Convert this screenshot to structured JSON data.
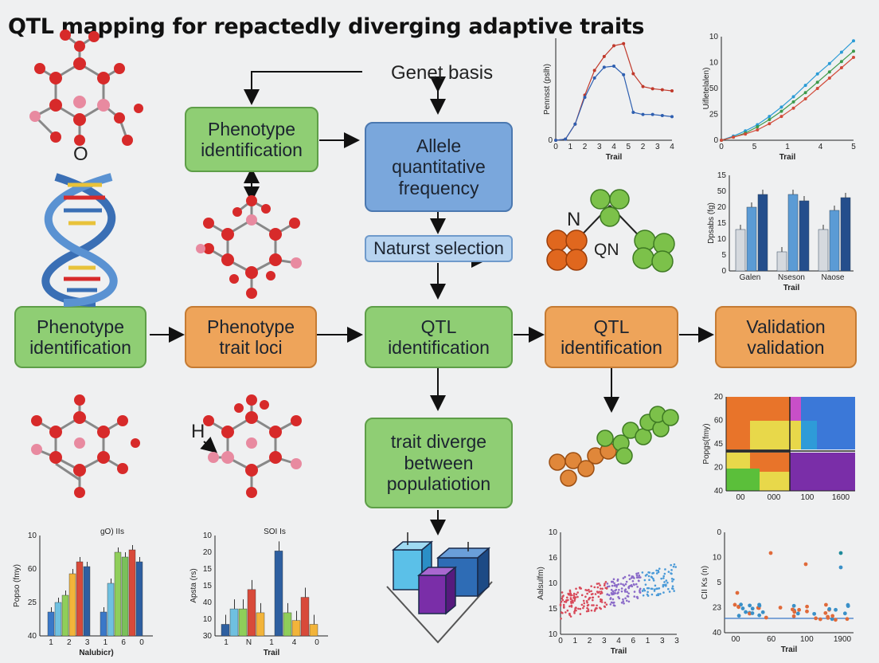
{
  "title": "QTL mapping for repactedly diverging adaptive traits",
  "flow": {
    "genet_basis": "Genet basis",
    "phenotype_top": "Phenotype identification",
    "allele_box": "Allele quantitative frequency",
    "natural_selection": "Naturst selection",
    "row": {
      "box1": "Phenotype identification",
      "box2": "Phenotype trait loci",
      "box3": "QTL identification",
      "box4": "QTL identification",
      "box5": "Validation validation"
    },
    "trait_box": "trait diverge between populatiotion"
  },
  "molecule_labels": {
    "o_label": "O",
    "h_label": "H",
    "n_label": "N",
    "qn_label": "QN"
  },
  "colors": {
    "green": "#8fce74",
    "orange": "#eea45a",
    "blue": "#7aa7dc",
    "red_atom": "#d72a2a",
    "pink_atom": "#e88aa0"
  },
  "chart_data": [
    {
      "type": "line",
      "ylabel": "Pennsst (pslh)",
      "xlabel": "Trail",
      "x_ticks": [
        "0",
        "1",
        "2",
        "3",
        "4",
        "5",
        "2",
        "3",
        "4"
      ],
      "y_ticks": [
        "0"
      ],
      "series": [
        {
          "color": "#c0392b",
          "values": [
            0,
            0.1,
            1.5,
            4.2,
            6.5,
            7.8,
            8.8,
            9,
            6.2,
            5,
            4.8,
            4.7,
            4.6
          ]
        },
        {
          "color": "#2e5fb0",
          "values": [
            0,
            0.1,
            1.5,
            4,
            5.8,
            6.8,
            6.9,
            6.1,
            2.6,
            2.4,
            2.4,
            2.3,
            2.2
          ]
        }
      ]
    },
    {
      "type": "line",
      "ylabel": "Uifletelalen)",
      "xlabel": "Trail",
      "x_ticks": [
        "0",
        "5",
        "1",
        "4",
        "5"
      ],
      "y_ticks": [
        "0",
        "25",
        "50",
        "10",
        "10"
      ],
      "series": [
        {
          "color": "#2a9bd6",
          "values": [
            0,
            4,
            9,
            15,
            23,
            32,
            42,
            53,
            64,
            74,
            85,
            96
          ]
        },
        {
          "color": "#3d9a4a",
          "values": [
            0,
            3,
            7,
            13,
            20,
            28,
            37,
            46,
            56,
            66,
            76,
            86
          ]
        },
        {
          "color": "#d24b3a",
          "values": [
            0,
            3,
            6,
            10,
            16,
            23,
            31,
            40,
            50,
            60,
            70,
            80
          ]
        }
      ]
    },
    {
      "type": "bar",
      "ylabel": "Dpsabs (fg)",
      "xlabel": "Trail",
      "categories": [
        "Galen",
        "Nseson",
        "Naose"
      ],
      "y_ticks": [
        "0",
        "5",
        "10",
        "15",
        "20",
        "50",
        "15"
      ],
      "series": [
        {
          "color": "#d5d9de",
          "values": [
            13,
            6,
            13
          ]
        },
        {
          "color": "#5b9bd5",
          "values": [
            20,
            24,
            19
          ]
        },
        {
          "color": "#244e8c",
          "values": [
            24,
            22,
            23
          ]
        }
      ]
    },
    {
      "type": "heatmap",
      "ylabel": "Popgs(fmy)",
      "x_ticks": [
        "00",
        "000",
        "100",
        "1600"
      ],
      "y_ticks": [
        "40",
        "20",
        "45",
        "60",
        "20"
      ]
    },
    {
      "type": "bar",
      "title": "gO) IIs",
      "ylabel": "Popso (fmy)",
      "xlabel": "Nalubicr)",
      "x_ticks": [
        "1",
        "2",
        "3",
        "1",
        "6",
        "0"
      ],
      "y_ticks": [
        "40",
        "25",
        "60",
        "10"
      ],
      "values": [
        10,
        14,
        17,
        26,
        31,
        29,
        10,
        22,
        35,
        33,
        36,
        31
      ]
    },
    {
      "type": "bar",
      "title": "SOI Is",
      "ylabel": "Apsta (rs)",
      "xlabel": "Trail",
      "x_ticks": [
        "1",
        "N",
        "1",
        "4",
        "0"
      ],
      "y_ticks": [
        "30",
        "10",
        "40",
        "15",
        "15",
        "20",
        "10"
      ],
      "values": [
        3,
        7,
        7,
        12,
        6,
        22,
        6,
        4,
        10,
        3
      ]
    },
    {
      "type": "scatter",
      "ylabel": "Aalsulfm)",
      "xlabel": "Trail",
      "x_ticks": [
        "0",
        "1",
        "2",
        "3",
        "4",
        "6",
        "1",
        "3",
        "3"
      ],
      "y_ticks": [
        "10",
        "15",
        "10",
        "16",
        "10"
      ]
    },
    {
      "type": "scatter",
      "ylabel": "CII Ks (n)",
      "xlabel": "Trail",
      "x_ticks": [
        "00",
        "60",
        "100",
        "1900"
      ],
      "y_ticks": [
        "40",
        "23",
        "5",
        "10",
        "0"
      ]
    }
  ]
}
